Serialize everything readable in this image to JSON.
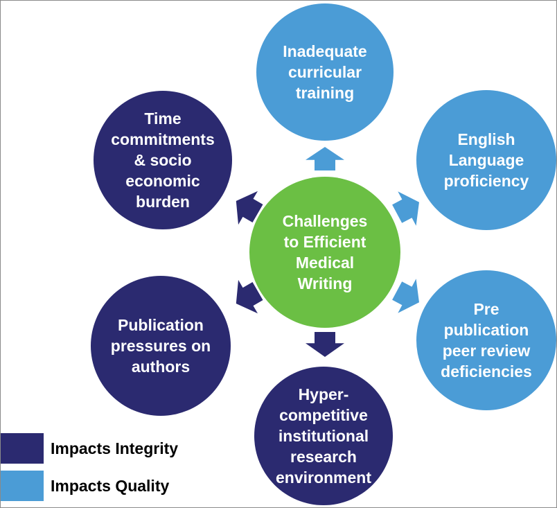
{
  "colors": {
    "center": "#6bbf44",
    "integrity": "#2b2a70",
    "quality": "#4b9cd6"
  },
  "center": {
    "label": "Challenges\nto Efficient\nMedical\nWriting"
  },
  "nodes": {
    "top": {
      "label": "Inadequate\ncurricular\ntraining",
      "impact": "quality"
    },
    "upper_right": {
      "label": "English\nLanguage\nproficiency",
      "impact": "quality"
    },
    "lower_right": {
      "label": "Pre\npublication\npeer review\ndeficiencies",
      "impact": "quality"
    },
    "bottom": {
      "label": "Hyper-\ncompetitive\ninstitutional\nresearch\nenvironment",
      "impact": "integrity"
    },
    "lower_left": {
      "label": "Publication\npressures on\nauthors",
      "impact": "integrity"
    },
    "upper_left": {
      "label": "Time\ncommitments\n& socio\neconomic\nburden",
      "impact": "integrity"
    }
  },
  "legend": [
    {
      "label": "Impacts Integrity",
      "impact": "integrity"
    },
    {
      "label": "Impacts Quality",
      "impact": "quality"
    }
  ]
}
